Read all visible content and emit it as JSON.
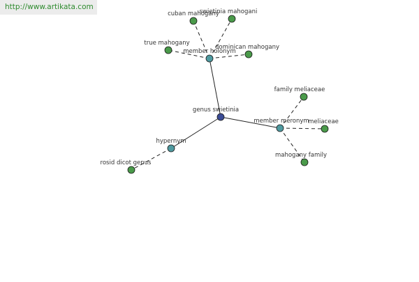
{
  "header": {
    "source_url": "http://www.artikata.com"
  },
  "colors": {
    "center_node": "#3b4c96",
    "relation_node": "#4f9aa0",
    "leaf_node": "#4a9a4a",
    "edge": "#222222",
    "banner_text": "#2e8b2e"
  },
  "graph": {
    "center": {
      "id": "genus_swietenia",
      "label": "genus swietinia"
    },
    "relations": [
      {
        "id": "member_holonym",
        "label": "member holonym"
      },
      {
        "id": "member_meronym",
        "label": "member meronym"
      },
      {
        "id": "hypernym",
        "label": "hypernym"
      }
    ],
    "leaves": [
      {
        "id": "cuban_mahogany",
        "label": "cuban mahogany",
        "relation": "member_holonym"
      },
      {
        "id": "swietinia_mahogani",
        "label": "swietinia mahogani",
        "relation": "member_holonym"
      },
      {
        "id": "true_mahogany",
        "label": "true mahogany",
        "relation": "member_holonym"
      },
      {
        "id": "dominican_mahogany",
        "label": "dominican mahogany",
        "relation": "member_holonym"
      },
      {
        "id": "family_meliaceae",
        "label": "family meliaceae",
        "relation": "member_meronym"
      },
      {
        "id": "meliaceae",
        "label": "meliaceae",
        "relation": "member_meronym"
      },
      {
        "id": "mahogany_family",
        "label": "mahogany family",
        "relation": "member_meronym"
      },
      {
        "id": "rosid_dicot_genus",
        "label": "rosid dicot genus",
        "relation": "hypernym"
      }
    ]
  }
}
